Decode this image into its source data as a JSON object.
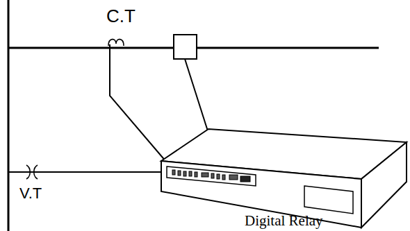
{
  "diagram": {
    "labels": [
      "C.T",
      "V.T",
      "Digital Relay"
    ]
  }
}
